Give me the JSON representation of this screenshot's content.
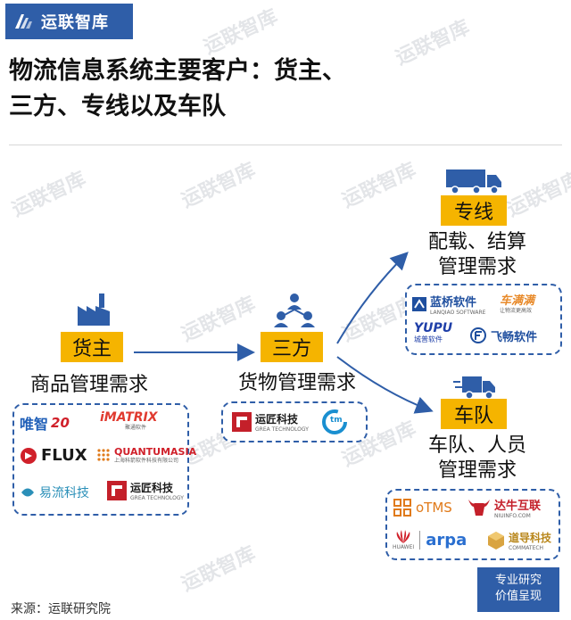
{
  "brand": {
    "name": "运联智库"
  },
  "title": {
    "line1": "物流信息系统主要客户：货主、",
    "line2": "三方、专线以及车队"
  },
  "watermark": "运联智库",
  "nodes": {
    "shipper": {
      "tag": "货主",
      "label": "商品管理需求"
    },
    "third_party": {
      "tag": "三方",
      "label": "货物管理需求"
    },
    "dedicated_line": {
      "tag": "专线",
      "label_line1": "配载、结算",
      "label_line2": "管理需求"
    },
    "fleet": {
      "tag": "车队",
      "label_line1": "车队、人员",
      "label_line2": "管理需求"
    }
  },
  "shipper_logos": [
    {
      "text": "唯智",
      "extra": "20",
      "color": "#1f5fb8"
    },
    {
      "text": "iMATRIX",
      "sub": "聚通软件",
      "color": "#e03a2f"
    },
    {
      "text": "FLUX",
      "color": "#1a1a1a"
    },
    {
      "text": "QUANTUMASIA",
      "sub": "上海科箭软件科技有限公司",
      "color": "#d0202a"
    },
    {
      "text": "易流科技",
      "color": "#2a8fb8"
    },
    {
      "text": "运匠科技",
      "sub": "GREA TECHNOLOGY",
      "color": "#c4202a"
    }
  ],
  "third_party_logos": [
    {
      "text": "运匠科技",
      "sub": "GREA TECHNOLOGY",
      "color": "#c4202a"
    },
    {
      "text": "tm",
      "color": "#1a8fd0"
    }
  ],
  "line_logos": [
    {
      "text": "蓝桥软件",
      "sub": "LANQIAO SOFTWARE",
      "color": "#1f4f9f"
    },
    {
      "text": "车满满",
      "sub": "让物流更高效",
      "color": "#e88a2a"
    },
    {
      "text": "YUPU",
      "sub": "城普软件",
      "color": "#1f3fa8"
    },
    {
      "text": "飞畅软件",
      "color": "#1f4f9f"
    }
  ],
  "fleet_logos": [
    {
      "text": "oTMS",
      "color": "#e07a1a"
    },
    {
      "text": "达牛互联",
      "sub": "NIUINFO.COM",
      "color": "#c4202a"
    },
    {
      "text": "arpa",
      "sub": "HUAWEI",
      "color": "#2a6fd0"
    },
    {
      "text": "道导科技",
      "sub": "COMMATECH",
      "color": "#b8861a"
    }
  ],
  "footer": {
    "source": "来源：运联研究院"
  },
  "stamp": {
    "line1": "专业研究",
    "line2": "价值呈现"
  },
  "colors": {
    "brand_blue": "#2f5ea8",
    "tag_yellow": "#f5b400",
    "panel_border": "#2f5ea8"
  }
}
